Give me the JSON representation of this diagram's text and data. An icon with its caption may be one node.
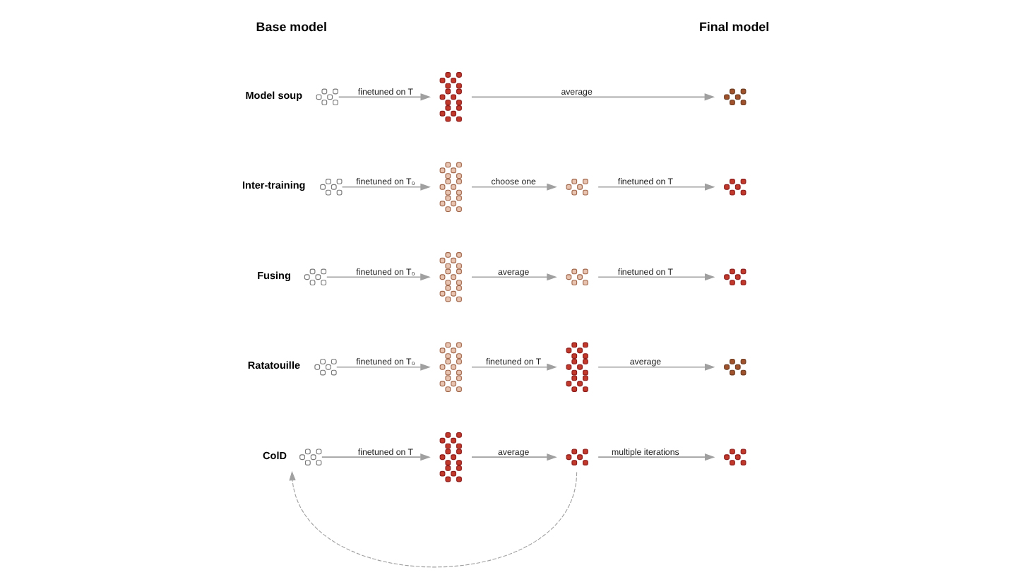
{
  "diagram": {
    "nodes": [
      {
        "text": [],
        "shape": "picture",
        "beside": [
          "Model soup"
        ]
      },
      {
        "text": [],
        "shape": "picture"
      },
      {
        "text": [],
        "shape": "picture"
      },
      {
        "text": [],
        "shape": "picture",
        "beside": [
          "Inter-training"
        ]
      },
      {
        "text": [],
        "shape": "picture"
      },
      {
        "text": [],
        "shape": "picture"
      },
      {
        "text": [],
        "shape": "picture"
      },
      {
        "text": [],
        "shape": "picture",
        "beside": [
          "Fusing"
        ]
      },
      {
        "text": [],
        "shape": "picture"
      },
      {
        "text": [],
        "shape": "picture"
      },
      {
        "text": [],
        "shape": "picture"
      },
      {
        "text": [],
        "shape": "picture",
        "beside": [
          "Ratatouille"
        ]
      },
      {
        "text": [],
        "shape": "picture"
      },
      {
        "text": [],
        "shape": "picture"
      },
      {
        "text": [],
        "shape": "picture"
      },
      {
        "text": [],
        "shape": "picture",
        "beside": [
          "ColD"
        ]
      },
      {
        "text": [],
        "shape": "picture"
      },
      {
        "text": [],
        "shape": "picture"
      },
      {
        "text": [],
        "shape": "picture"
      }
    ],
    "edges": [
      {
        "from": 0,
        "to": 1,
        "arrow": "to",
        "label": "finetuned on T"
      },
      {
        "from": 1,
        "to": 2,
        "arrow": "to",
        "label": "average"
      },
      {
        "from": 3,
        "to": 4,
        "arrow": "to",
        "label": "finetuned on T₀"
      },
      {
        "from": 4,
        "to": 5,
        "arrow": "to",
        "label": "choose one"
      },
      {
        "from": 5,
        "to": 6,
        "arrow": "to",
        "label": "finetuned on T"
      },
      {
        "from": 7,
        "to": 8,
        "arrow": "to",
        "label": "finetuned on T₀"
      },
      {
        "from": 8,
        "to": 9,
        "arrow": "to",
        "label": "average"
      },
      {
        "from": 9,
        "to": 10,
        "arrow": "to",
        "label": "finetuned on T"
      },
      {
        "from": 11,
        "to": 12,
        "arrow": "to",
        "label": "finetuned on T₀"
      },
      {
        "from": 12,
        "to": 13,
        "arrow": "to",
        "label": "finetuned on T"
      },
      {
        "from": 13,
        "to": 14,
        "arrow": "to",
        "label": "average"
      },
      {
        "from": 15,
        "to": 16,
        "arrow": "to",
        "label": "finetuned on T"
      },
      {
        "from": 16,
        "to": 17,
        "arrow": "to",
        "label": "average"
      },
      {
        "from": 17,
        "to": 18,
        "arrow": "to",
        "label": "multiple iterations"
      },
      {
        "from": 17,
        "to": 15,
        "arrow": "to",
        "style": "dashed"
      }
    ],
    "labels": [
      "Base model",
      "Final model"
    ]
  }
}
